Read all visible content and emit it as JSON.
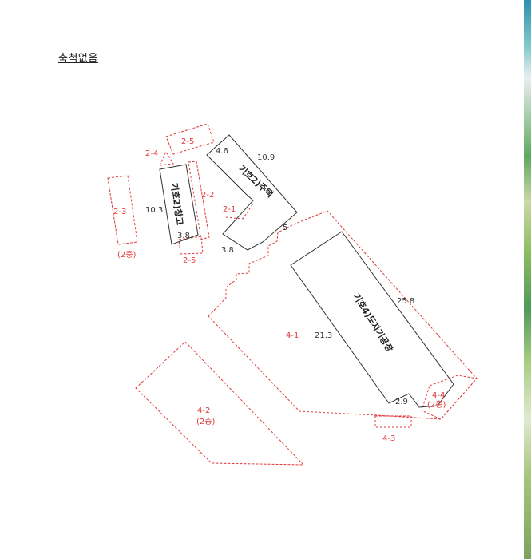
{
  "scale_note": "축척없음",
  "buildings": {
    "warehouse": "기호2)창고",
    "house": "기호2)주택",
    "factory": "기호4)도자기공장"
  },
  "parcel_labels": {
    "p2_1": "2-1",
    "p2_2": "2-2",
    "p2_3": "2-3",
    "p2_4": "2-4",
    "p2_5_top": "2-5",
    "p2_5_bottom": "2-5",
    "p2_3_floor": "(2층)",
    "p4_1": "4-1",
    "p4_2": "4-2",
    "p4_2_floor": "(2층)",
    "p4_3": "4-3",
    "p4_4": "4-4",
    "p4_4_floor": "(2층)"
  },
  "dimensions": {
    "warehouse_side": "10.3",
    "warehouse_end": "3.8",
    "house_short": "4.6",
    "house_long": "10.9",
    "house_bottom": "3.8",
    "house_step": "5",
    "factory_short": "21.3",
    "factory_long": "25.8",
    "factory_end": "2.9"
  },
  "colors": {
    "outline": "#333333",
    "dashed": "#e03a3a"
  }
}
